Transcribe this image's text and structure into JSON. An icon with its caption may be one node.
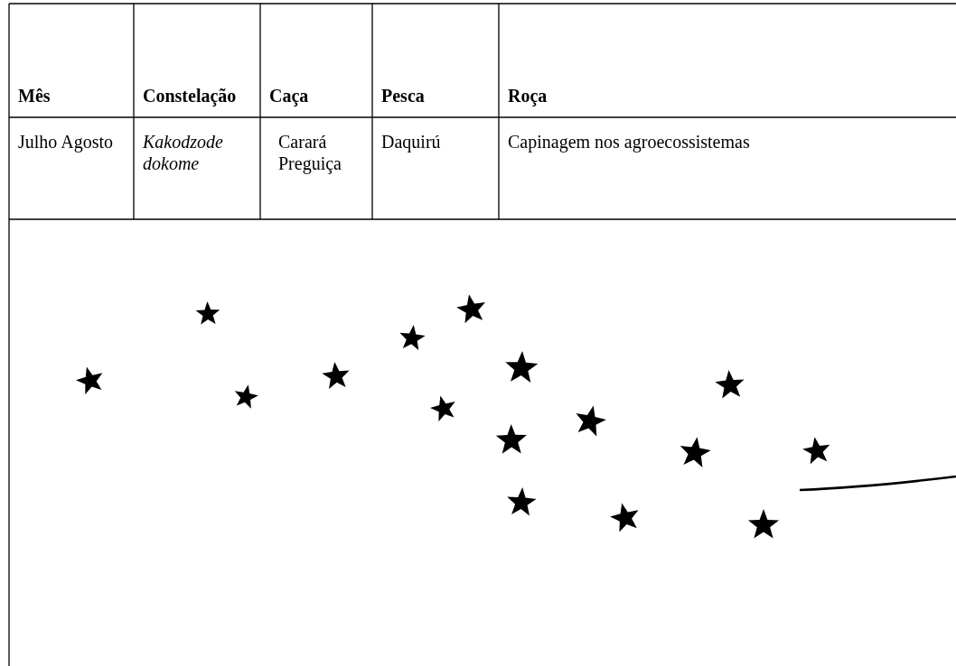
{
  "diagram": {
    "labels": [
      "Mês",
      "Constelação",
      "Caça",
      "Pesca",
      "Roça",
      "Julho Agosto",
      "Kakodzode dokome",
      "Carará Preguiça",
      "Daquirú",
      "Capinagem nos agroecossistemas"
    ]
  }
}
